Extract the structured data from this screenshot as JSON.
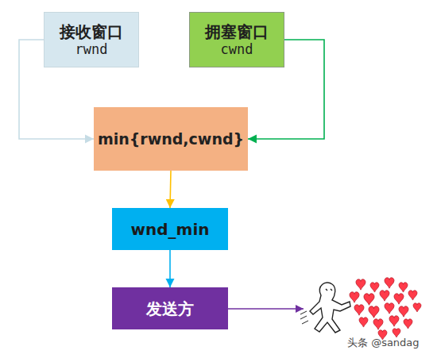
{
  "diagram": {
    "nodes": [
      {
        "text": [
          "接收窗口",
          "rwnd"
        ]
      },
      {
        "text": [
          "拥塞窗口",
          "cwnd"
        ]
      },
      {
        "text": [
          "min{rwnd,cwnd}"
        ]
      },
      {
        "text": [
          "wnd_min"
        ]
      },
      {
        "text": [
          "发送方"
        ]
      }
    ],
    "edges": [
      {
        "from": 0,
        "to": 2,
        "arrow": "to"
      },
      {
        "from": 1,
        "to": 2,
        "arrow": "to"
      },
      {
        "from": 2,
        "to": 3,
        "arrow": "to"
      },
      {
        "from": 3,
        "to": 4,
        "arrow": "to"
      }
    ],
    "labels": [
      "头条 @sandag"
    ]
  }
}
